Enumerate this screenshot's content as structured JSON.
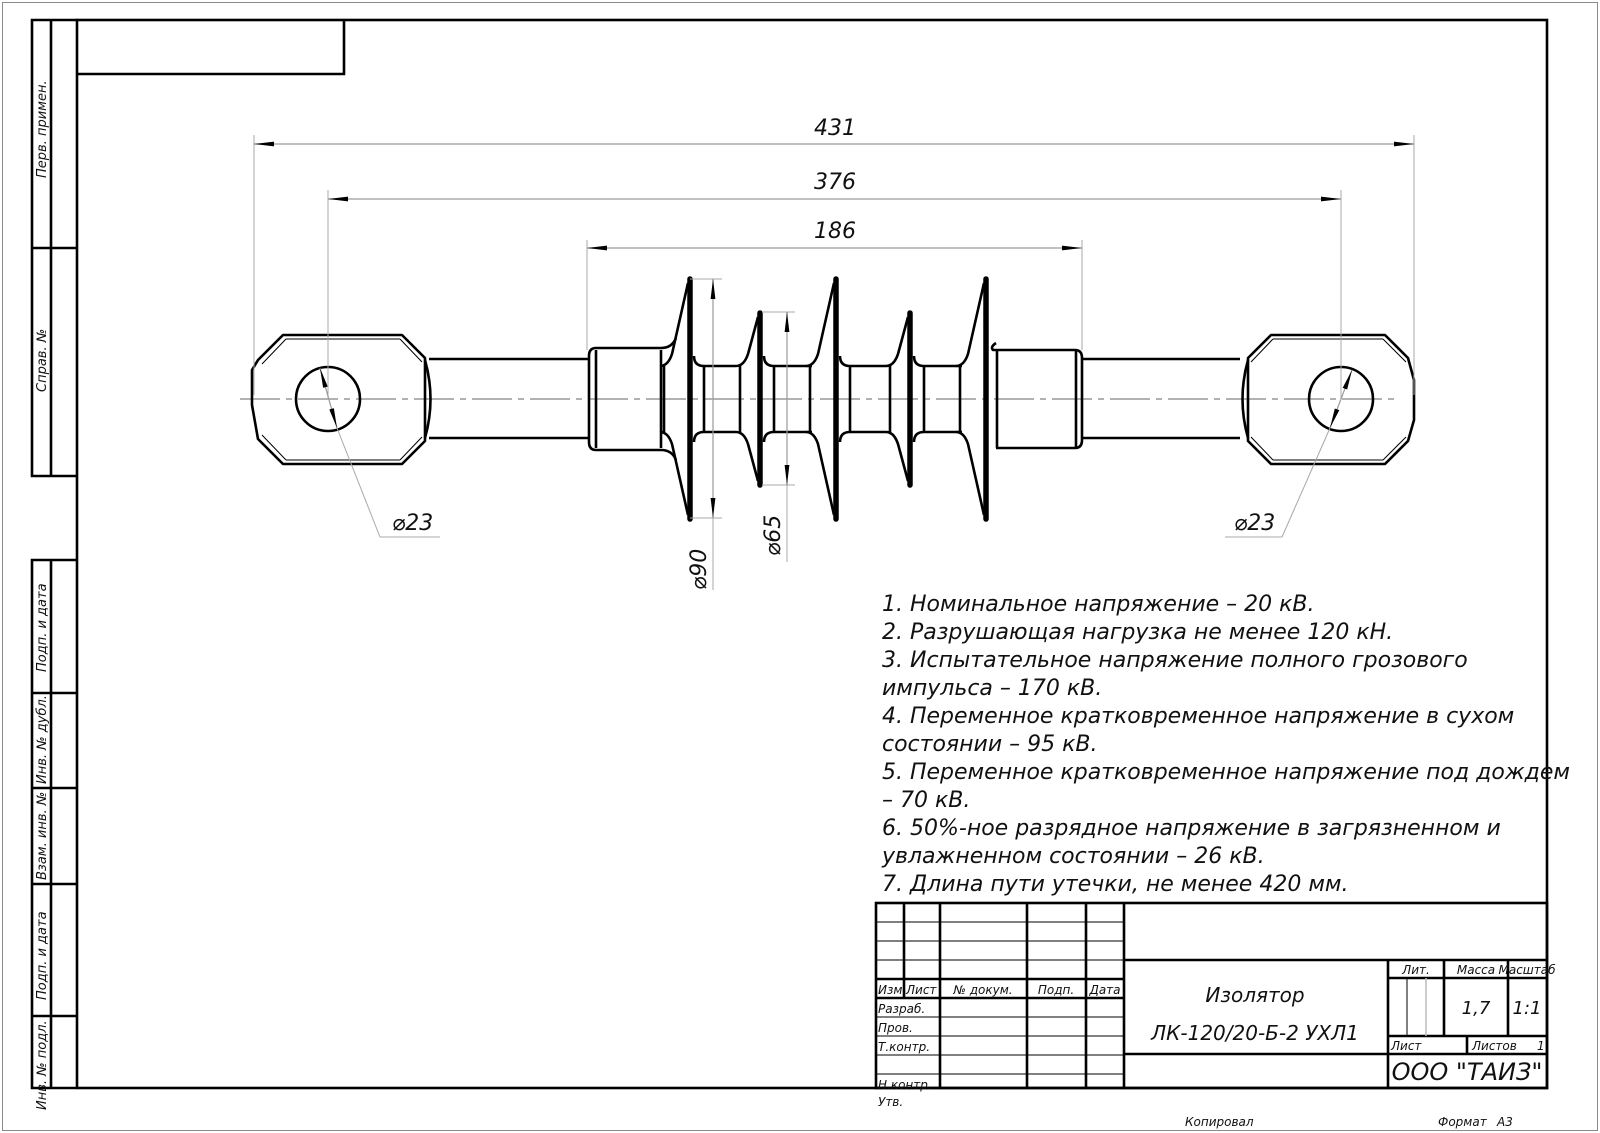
{
  "side_strip": {
    "perv_primen": "Перв. примен.",
    "sprav_no": "Справ. №",
    "podp_data_top": "Подп. и дата",
    "inv_no_dubl": "Инв. № дубл.",
    "vzam_inv_no": "Взам. инв. №",
    "podp_data_bottom": "Подп. и дата",
    "inv_no_podl": "Инв. № подл."
  },
  "dimensions": {
    "overall_length": "431",
    "hole_centers": "376",
    "insulating_part": "186",
    "shed_large_diameter": "⌀90",
    "shed_small_diameter": "⌀65",
    "hole_left_diameter": "⌀23",
    "hole_right_diameter": "⌀23"
  },
  "notes": [
    "1. Номинальное напряжение – 20 кВ.",
    "2. Разрушающая нагрузка не менее 120 кН.",
    "3. Испытательное напряжение полного грозового",
    "импульса – 170 кВ.",
    "4. Переменное кратковременное напряжение  в сухом",
    "состоянии – 95 кВ.",
    "5. Переменное кратковременное напряжение под дождем",
    "– 70 кВ.",
    "6. 50%-ное разрядное напряжение в загрязненном и",
    "увлажненном состоянии – 26 кВ.",
    "7. Длина пути утечки, не менее 420 мм."
  ],
  "title_block": {
    "headers": {
      "izm": "Изм.",
      "list": "Лист",
      "no_dokum": "№ докум.",
      "podp": "Подп.",
      "data": "Дата"
    },
    "roles": {
      "razrab": "Разраб.",
      "prov": "Пров.",
      "t_kontr": "Т.контр.",
      "n_kontr": "Н.контр.",
      "utv": "Утв."
    },
    "title_line1": "Изолятор",
    "title_line2": "ЛК-120/20-Б-2 УХЛ1",
    "lit_label": "Лит.",
    "massa_label": "Масса",
    "masshtab_label": "Масштаб",
    "massa_value": "1,7",
    "masshtab_value": "1:1",
    "list_label": "Лист",
    "listov_label": "Листов",
    "listov_value": "1",
    "organization": "ООО \"ТАИЗ\""
  },
  "footer": {
    "kopiroval": "Копировал",
    "format_label": "Формат",
    "format_value": "А3"
  }
}
